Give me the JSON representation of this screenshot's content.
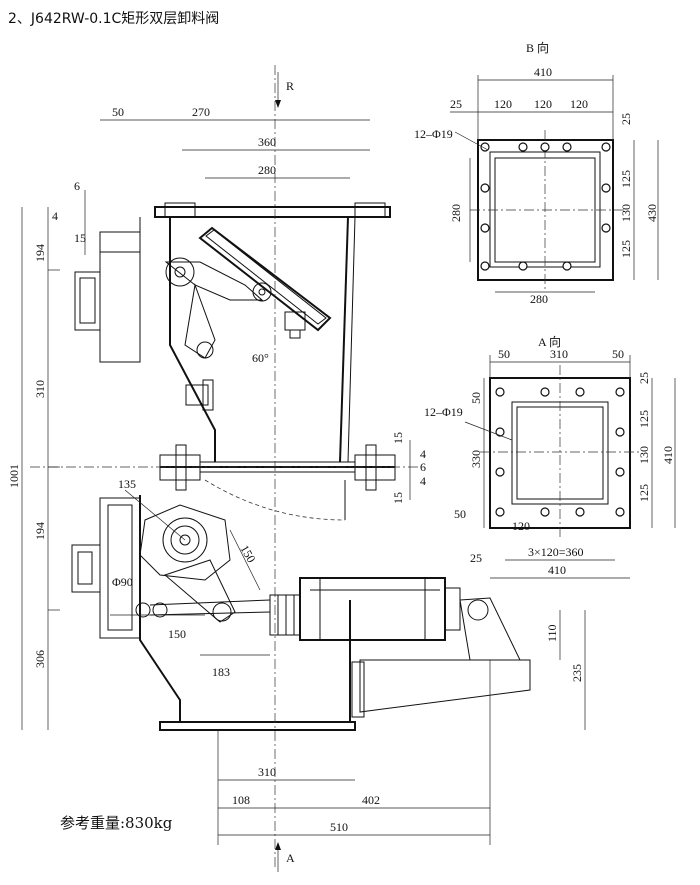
{
  "title": "2、J642RW-0.1C矩形双层卸料阀",
  "weight": "参考重量:830kg",
  "view_b": {
    "label": "B 向",
    "dims": {
      "w410": "410",
      "s25": "25",
      "s120a": "120",
      "s120b": "120",
      "s120c": "120",
      "r25": "25",
      "r125a": "125",
      "r130": "130",
      "r125b": "125",
      "r430": "430",
      "l280": "280",
      "b280": "280",
      "holes": "12–Φ19"
    }
  },
  "view_a": {
    "label": "A 向",
    "dims": {
      "t50a": "50",
      "t310": "310",
      "t50b": "50",
      "r25": "25",
      "r125a": "125",
      "r130": "130",
      "r125b": "125",
      "r410": "410",
      "l50": "50",
      "l330": "330",
      "bl50": "50",
      "b120": "120",
      "b25": "25",
      "b3x120": "3×120=360",
      "b410": "410",
      "holes": "12–Φ19"
    }
  },
  "main": {
    "dims": {
      "d50": "50",
      "d270": "270",
      "d360": "360",
      "d280": "280",
      "d6": "6",
      "d4": "4",
      "d15": "15",
      "d194a": "194",
      "d310": "310",
      "d1001": "1001",
      "d194b": "194",
      "d306": "306",
      "d135": "135",
      "d150a": "150",
      "phi90": "Φ90",
      "d150b": "150",
      "d183": "183",
      "d60": "60°",
      "r15a": "15",
      "r4a": "4",
      "r6": "6",
      "r4b": "4",
      "r15b": "15",
      "d110": "110",
      "d235": "235",
      "b310": "310",
      "b108": "108",
      "b402": "402",
      "b510": "510",
      "arrowR": "R",
      "arrowA": "A"
    }
  }
}
